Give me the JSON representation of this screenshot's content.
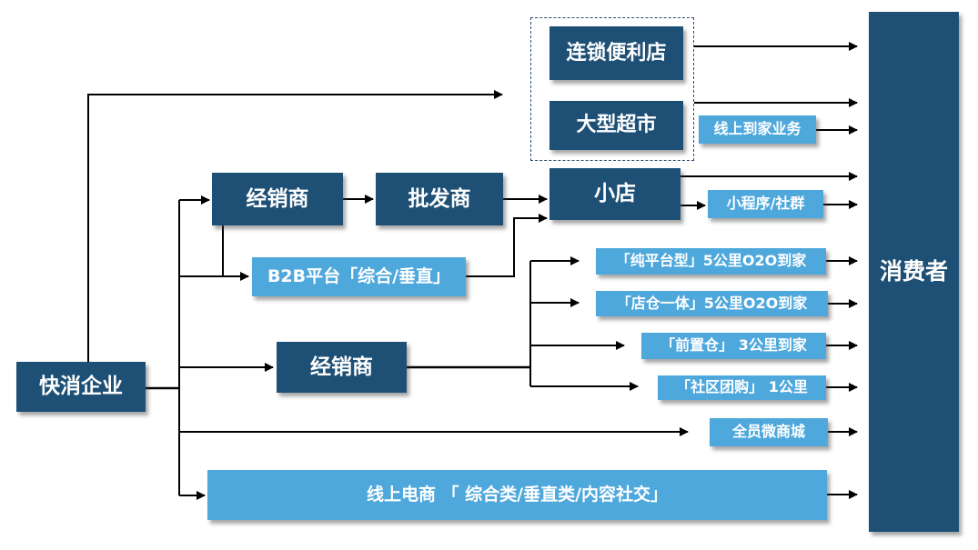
{
  "page": {
    "background": "#FFFFFF"
  },
  "colors": {
    "dark_box": "#1E5076",
    "light_box": "#4FA8DC",
    "line": "#000000",
    "dashed_group_border": "#2B4B70",
    "text": "#FFFFFF"
  },
  "nodes": {
    "kxqy": {
      "label": "快消企业"
    },
    "jxs1": {
      "label": "经销商"
    },
    "pfs": {
      "label": "批发商"
    },
    "b2b": {
      "label": "B2B平台「综合/垂直」"
    },
    "jxs2": {
      "label": "经销商"
    },
    "lsbld": {
      "label": "连锁便利店"
    },
    "dxcs": {
      "label": "大型超市"
    },
    "xsdj": {
      "label": "线上到家业务"
    },
    "xd": {
      "label": "小店"
    },
    "xcx": {
      "label": "小程序/社群"
    },
    "cpt": {
      "label": "「纯平台型」5公里O2O到家"
    },
    "dcyt": {
      "label": "「店仓一体」5公里O2O到家"
    },
    "qzc": {
      "label": "「前置仓」 3公里到家"
    },
    "sqtg": {
      "label": "「社区团购」 1公里"
    },
    "qywsc": {
      "label": "全员微商城"
    },
    "xsds": {
      "label": "线上电商 「 综合类/垂直类/内容社交」"
    },
    "xfz": {
      "label": "消费者"
    }
  },
  "edges": [
    {
      "from": "kxqy",
      "to": "ka-store-group"
    },
    {
      "from": "kxqy",
      "to": "jxs1"
    },
    {
      "from": "jxs1",
      "to": "pfs"
    },
    {
      "from": "pfs",
      "to": "xd"
    },
    {
      "from": "jxs1",
      "to": "b2b"
    },
    {
      "from": "kxqy",
      "to": "b2b"
    },
    {
      "from": "b2b",
      "to": "xd"
    },
    {
      "from": "kxqy",
      "to": "jxs2"
    },
    {
      "from": "jxs2",
      "to": "cpt"
    },
    {
      "from": "jxs2",
      "to": "dcyt"
    },
    {
      "from": "jxs2",
      "to": "qzc"
    },
    {
      "from": "jxs2",
      "to": "sqtg"
    },
    {
      "from": "kxqy",
      "to": "qywsc"
    },
    {
      "from": "kxqy",
      "to": "xsds"
    },
    {
      "from": "lsbld",
      "to": "xfz"
    },
    {
      "from": "dxcs",
      "to": "xfz"
    },
    {
      "from": "xsdj",
      "to": "xfz"
    },
    {
      "from": "xd",
      "to": "xfz"
    },
    {
      "from": "xd",
      "to": "xcx"
    },
    {
      "from": "xcx",
      "to": "xfz"
    },
    {
      "from": "cpt",
      "to": "xfz"
    },
    {
      "from": "dcyt",
      "to": "xfz"
    },
    {
      "from": "qzc",
      "to": "xfz"
    },
    {
      "from": "sqtg",
      "to": "xfz"
    },
    {
      "from": "qywsc",
      "to": "xfz"
    },
    {
      "from": "xsds",
      "to": "xfz"
    }
  ]
}
